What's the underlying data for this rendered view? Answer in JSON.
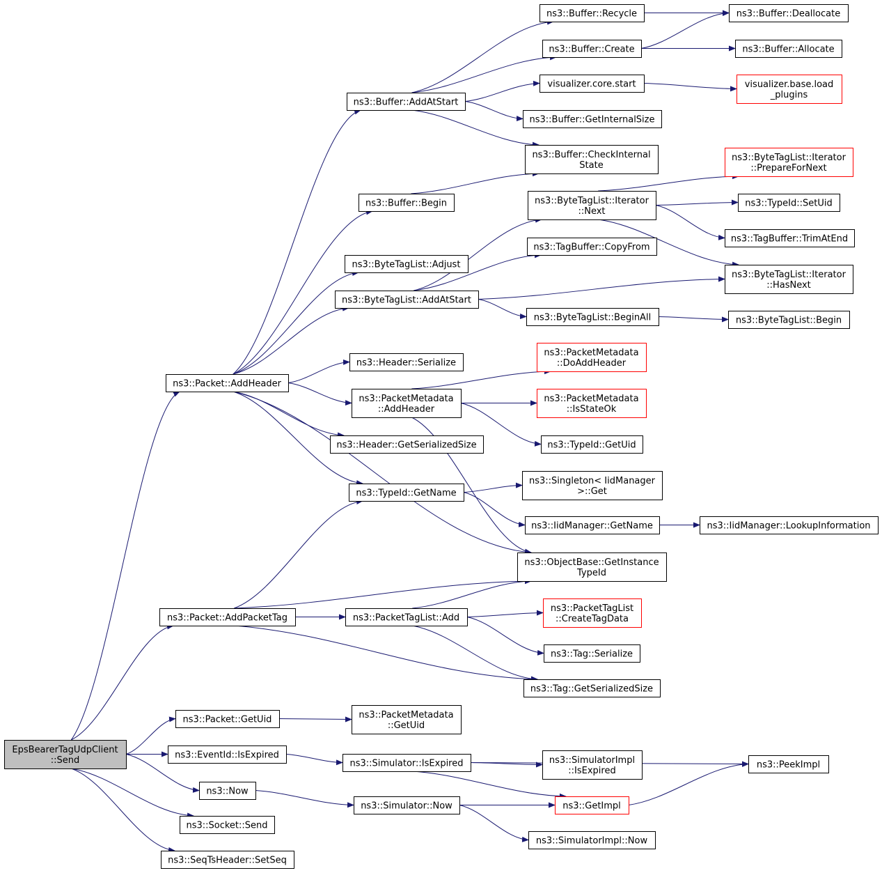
{
  "graph": {
    "title": "EpsBearerTagUdpClient::Send call graph",
    "colors": {
      "edge": "#191970",
      "node_border": "#000000",
      "node_border_red": "#ff0000",
      "root_fill": "#bfbfbf",
      "node_fill": "#ffffff"
    },
    "nodes": [
      {
        "id": "root",
        "lines": [
          "EpsBearerTagUdpClient",
          "::Send"
        ],
        "style": "root"
      },
      {
        "id": "packet-addheader",
        "lines": [
          "ns3::Packet::AddHeader"
        ]
      },
      {
        "id": "packet-addpackettag",
        "lines": [
          "ns3::Packet::AddPacketTag"
        ]
      },
      {
        "id": "packet-getuid",
        "lines": [
          "ns3::Packet::GetUid"
        ]
      },
      {
        "id": "eventid-isexpired",
        "lines": [
          "ns3::EventId::IsExpired"
        ]
      },
      {
        "id": "now",
        "lines": [
          "ns3::Now"
        ]
      },
      {
        "id": "socket-send",
        "lines": [
          "ns3::Socket::Send"
        ]
      },
      {
        "id": "seqtsheader-setseq",
        "lines": [
          "ns3::SeqTsHeader::SetSeq"
        ]
      },
      {
        "id": "buffer-addatstart",
        "lines": [
          "ns3::Buffer::AddAtStart"
        ]
      },
      {
        "id": "buffer-begin",
        "lines": [
          "ns3::Buffer::Begin"
        ]
      },
      {
        "id": "bytetaglist-adjust",
        "lines": [
          "ns3::ByteTagList::Adjust"
        ]
      },
      {
        "id": "bytetaglist-addatstart",
        "lines": [
          "ns3::ByteTagList::AddAtStart"
        ]
      },
      {
        "id": "header-serialize",
        "lines": [
          "ns3::Header::Serialize"
        ]
      },
      {
        "id": "packetmetadata-addheader",
        "lines": [
          "ns3::PacketMetadata",
          "::AddHeader"
        ]
      },
      {
        "id": "header-getserializedsize",
        "lines": [
          "ns3::Header::GetSerializedSize"
        ]
      },
      {
        "id": "typeid-getname",
        "lines": [
          "ns3::TypeId::GetName"
        ]
      },
      {
        "id": "packettaglist-add",
        "lines": [
          "ns3::PacketTagList::Add"
        ]
      },
      {
        "id": "packetmetadata-getuid",
        "lines": [
          "ns3::PacketMetadata",
          "::GetUid"
        ]
      },
      {
        "id": "simulator-isexpired",
        "lines": [
          "ns3::Simulator::IsExpired"
        ]
      },
      {
        "id": "simulator-now",
        "lines": [
          "ns3::Simulator::Now"
        ]
      },
      {
        "id": "buffer-recycle",
        "lines": [
          "ns3::Buffer::Recycle"
        ]
      },
      {
        "id": "buffer-create",
        "lines": [
          "ns3::Buffer::Create"
        ]
      },
      {
        "id": "visualizer-core-start",
        "lines": [
          "visualizer.core.start"
        ]
      },
      {
        "id": "buffer-getinternalsize",
        "lines": [
          "ns3::Buffer::GetInternalSize"
        ]
      },
      {
        "id": "buffer-checkinternalstate",
        "lines": [
          "ns3::Buffer::CheckInternal",
          "State"
        ]
      },
      {
        "id": "bytetaglist-iterator-next",
        "lines": [
          "ns3::ByteTagList::Iterator",
          "::Next"
        ]
      },
      {
        "id": "tagbuffer-copyfrom",
        "lines": [
          "ns3::TagBuffer::CopyFrom"
        ]
      },
      {
        "id": "bytetaglist-beginall",
        "lines": [
          "ns3::ByteTagList::BeginAll"
        ]
      },
      {
        "id": "packetmetadata-doaddheader",
        "lines": [
          "ns3::PacketMetadata",
          "::DoAddHeader"
        ],
        "style": "red"
      },
      {
        "id": "packetmetadata-isstateok",
        "lines": [
          "ns3::PacketMetadata",
          "::IsStateOk"
        ],
        "style": "red"
      },
      {
        "id": "typeid-getuid",
        "lines": [
          "ns3::TypeId::GetUid"
        ]
      },
      {
        "id": "singleton-iidmanager-get",
        "lines": [
          "ns3::Singleton< IidManager",
          " >::Get"
        ]
      },
      {
        "id": "iidmanager-getname",
        "lines": [
          "ns3::IidManager::GetName"
        ]
      },
      {
        "id": "objectbase-getinstancetypeid",
        "lines": [
          "ns3::ObjectBase::GetInstance",
          "TypeId"
        ]
      },
      {
        "id": "packettaglist-createtagdata",
        "lines": [
          "ns3::PacketTagList",
          "::CreateTagData"
        ],
        "style": "red"
      },
      {
        "id": "tag-serialize",
        "lines": [
          "ns3::Tag::Serialize"
        ]
      },
      {
        "id": "tag-getserializedsize",
        "lines": [
          "ns3::Tag::GetSerializedSize"
        ]
      },
      {
        "id": "simulatorimpl-isexpired",
        "lines": [
          "ns3::SimulatorImpl",
          "::IsExpired"
        ]
      },
      {
        "id": "getimpl",
        "lines": [
          "ns3::GetImpl"
        ],
        "style": "red"
      },
      {
        "id": "simulatorimpl-now",
        "lines": [
          "ns3::SimulatorImpl::Now"
        ]
      },
      {
        "id": "buffer-deallocate",
        "lines": [
          "ns3::Buffer::Deallocate"
        ]
      },
      {
        "id": "buffer-allocate",
        "lines": [
          "ns3::Buffer::Allocate"
        ]
      },
      {
        "id": "visualizer-base-load-plugins",
        "lines": [
          "visualizer.base.load",
          "_plugins"
        ],
        "style": "red"
      },
      {
        "id": "bytetaglist-iterator-preparefornext",
        "lines": [
          "ns3::ByteTagList::Iterator",
          "::PrepareForNext"
        ],
        "style": "red"
      },
      {
        "id": "typeid-setuid",
        "lines": [
          "ns3::TypeId::SetUid"
        ]
      },
      {
        "id": "tagbuffer-trimatend",
        "lines": [
          "ns3::TagBuffer::TrimAtEnd"
        ]
      },
      {
        "id": "bytetaglist-iterator-hasnext",
        "lines": [
          "ns3::ByteTagList::Iterator",
          "::HasNext"
        ]
      },
      {
        "id": "bytetaglist-begin",
        "lines": [
          "ns3::ByteTagList::Begin"
        ]
      },
      {
        "id": "iidmanager-lookupinformation",
        "lines": [
          "ns3::IidManager::LookupInformation"
        ]
      },
      {
        "id": "peekimpl",
        "lines": [
          "ns3::PeekImpl"
        ]
      }
    ],
    "edges": [
      [
        "root",
        "packet-addheader"
      ],
      [
        "root",
        "packet-addpackettag"
      ],
      [
        "root",
        "packet-getuid"
      ],
      [
        "root",
        "eventid-isexpired"
      ],
      [
        "root",
        "now"
      ],
      [
        "root",
        "socket-send"
      ],
      [
        "root",
        "seqtsheader-setseq"
      ],
      [
        "packet-addheader",
        "buffer-addatstart"
      ],
      [
        "packet-addheader",
        "buffer-begin"
      ],
      [
        "packet-addheader",
        "bytetaglist-adjust"
      ],
      [
        "packet-addheader",
        "bytetaglist-addatstart"
      ],
      [
        "packet-addheader",
        "header-serialize"
      ],
      [
        "packet-addheader",
        "packetmetadata-addheader"
      ],
      [
        "packet-addheader",
        "header-getserializedsize"
      ],
      [
        "packet-addheader",
        "typeid-getname"
      ],
      [
        "packet-addheader",
        "objectbase-getinstancetypeid"
      ],
      [
        "packet-addpackettag",
        "typeid-getname"
      ],
      [
        "packet-addpackettag",
        "objectbase-getinstancetypeid"
      ],
      [
        "packet-addpackettag",
        "packettaglist-add"
      ],
      [
        "packet-addpackettag",
        "tag-getserializedsize"
      ],
      [
        "packet-getuid",
        "packetmetadata-getuid"
      ],
      [
        "eventid-isexpired",
        "simulator-isexpired"
      ],
      [
        "now",
        "simulator-now"
      ],
      [
        "buffer-addatstart",
        "buffer-recycle"
      ],
      [
        "buffer-addatstart",
        "buffer-create"
      ],
      [
        "buffer-addatstart",
        "visualizer-core-start"
      ],
      [
        "buffer-addatstart",
        "buffer-getinternalsize"
      ],
      [
        "buffer-addatstart",
        "buffer-checkinternalstate"
      ],
      [
        "buffer-begin",
        "buffer-checkinternalstate"
      ],
      [
        "bytetaglist-addatstart",
        "bytetaglist-iterator-next"
      ],
      [
        "bytetaglist-addatstart",
        "tagbuffer-copyfrom"
      ],
      [
        "bytetaglist-addatstart",
        "bytetaglist-iterator-hasnext"
      ],
      [
        "bytetaglist-addatstart",
        "bytetaglist-beginall"
      ],
      [
        "packetmetadata-addheader",
        "packetmetadata-doaddheader"
      ],
      [
        "packetmetadata-addheader",
        "packetmetadata-isstateok"
      ],
      [
        "packetmetadata-addheader",
        "typeid-getuid"
      ],
      [
        "packetmetadata-addheader",
        "objectbase-getinstancetypeid"
      ],
      [
        "typeid-getname",
        "singleton-iidmanager-get"
      ],
      [
        "typeid-getname",
        "iidmanager-getname"
      ],
      [
        "packettaglist-add",
        "objectbase-getinstancetypeid"
      ],
      [
        "packettaglist-add",
        "packettaglist-createtagdata"
      ],
      [
        "packettaglist-add",
        "tag-serialize"
      ],
      [
        "packettaglist-add",
        "tag-getserializedsize"
      ],
      [
        "simulator-isexpired",
        "peekimpl"
      ],
      [
        "simulator-isexpired",
        "simulatorimpl-isexpired"
      ],
      [
        "simulator-isexpired",
        "getimpl"
      ],
      [
        "simulator-now",
        "getimpl"
      ],
      [
        "simulator-now",
        "simulatorimpl-now"
      ],
      [
        "buffer-recycle",
        "buffer-deallocate"
      ],
      [
        "buffer-create",
        "buffer-deallocate"
      ],
      [
        "buffer-create",
        "buffer-allocate"
      ],
      [
        "visualizer-core-start",
        "visualizer-base-load-plugins"
      ],
      [
        "bytetaglist-iterator-next",
        "bytetaglist-iterator-preparefornext"
      ],
      [
        "bytetaglist-iterator-next",
        "typeid-setuid"
      ],
      [
        "bytetaglist-iterator-next",
        "tagbuffer-trimatend"
      ],
      [
        "bytetaglist-iterator-next",
        "bytetaglist-iterator-hasnext"
      ],
      [
        "bytetaglist-beginall",
        "bytetaglist-begin"
      ],
      [
        "iidmanager-getname",
        "iidmanager-lookupinformation"
      ],
      [
        "getimpl",
        "peekimpl"
      ]
    ]
  }
}
